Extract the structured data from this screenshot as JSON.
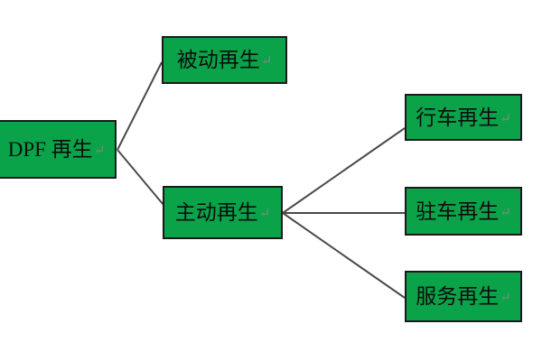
{
  "diagram": {
    "type": "tree",
    "title_text": "DPF 再生",
    "colors": {
      "node_fill": "#0aa34a",
      "node_border": "#1a1a1a",
      "connector": "#4a4a4a",
      "background": "#ffffff",
      "label_text": "#0d0d0d",
      "pilcrow": "#7b8a80"
    },
    "nodes": [
      {
        "id": "dpf",
        "label": "DPF 再生",
        "mark": "↵"
      },
      {
        "id": "passive",
        "label": "被动再生",
        "mark": "↵"
      },
      {
        "id": "active",
        "label": "主动再生",
        "mark": "↵"
      },
      {
        "id": "driving",
        "label": "行车再生",
        "mark": "↵"
      },
      {
        "id": "parking",
        "label": "驻车再生",
        "mark": "↵"
      },
      {
        "id": "service",
        "label": "服务再生",
        "mark": "↵"
      }
    ],
    "edges": [
      {
        "from": "dpf",
        "to": "passive"
      },
      {
        "from": "dpf",
        "to": "active"
      },
      {
        "from": "active",
        "to": "driving"
      },
      {
        "from": "active",
        "to": "parking"
      },
      {
        "from": "active",
        "to": "service"
      }
    ]
  }
}
